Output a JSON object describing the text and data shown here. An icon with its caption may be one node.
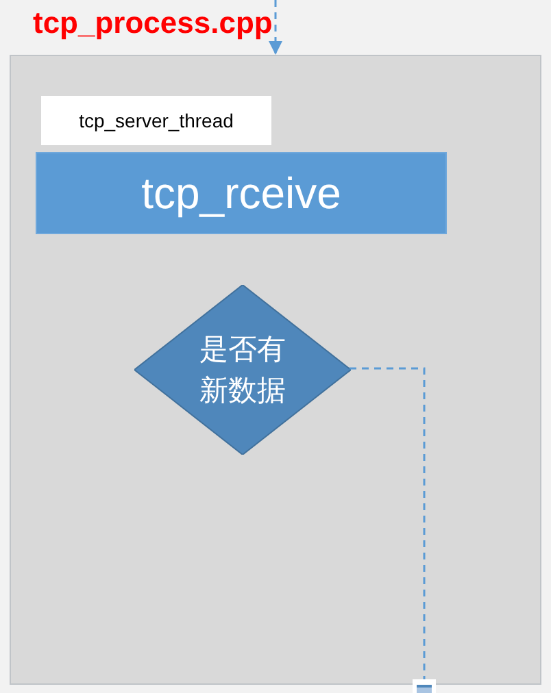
{
  "diagram": {
    "nodes": [
      {
        "text": [
          "tcp_process.cpp"
        ]
      },
      {
        "text": [
          "tcp_server_thread"
        ],
        "in": 0
      },
      {
        "text": [
          "tcp_rceive"
        ],
        "in": 0
      },
      {
        "text": [
          "是否有新数据"
        ],
        "in": 0
      },
      {
        "text": [],
        "shape": "box"
      }
    ],
    "edges": [
      {
        "from": null,
        "to": 0,
        "arrow": "to",
        "style": "dashed"
      },
      {
        "from": 3,
        "to": 4,
        "arrow": "none",
        "style": "dashed"
      }
    ]
  }
}
